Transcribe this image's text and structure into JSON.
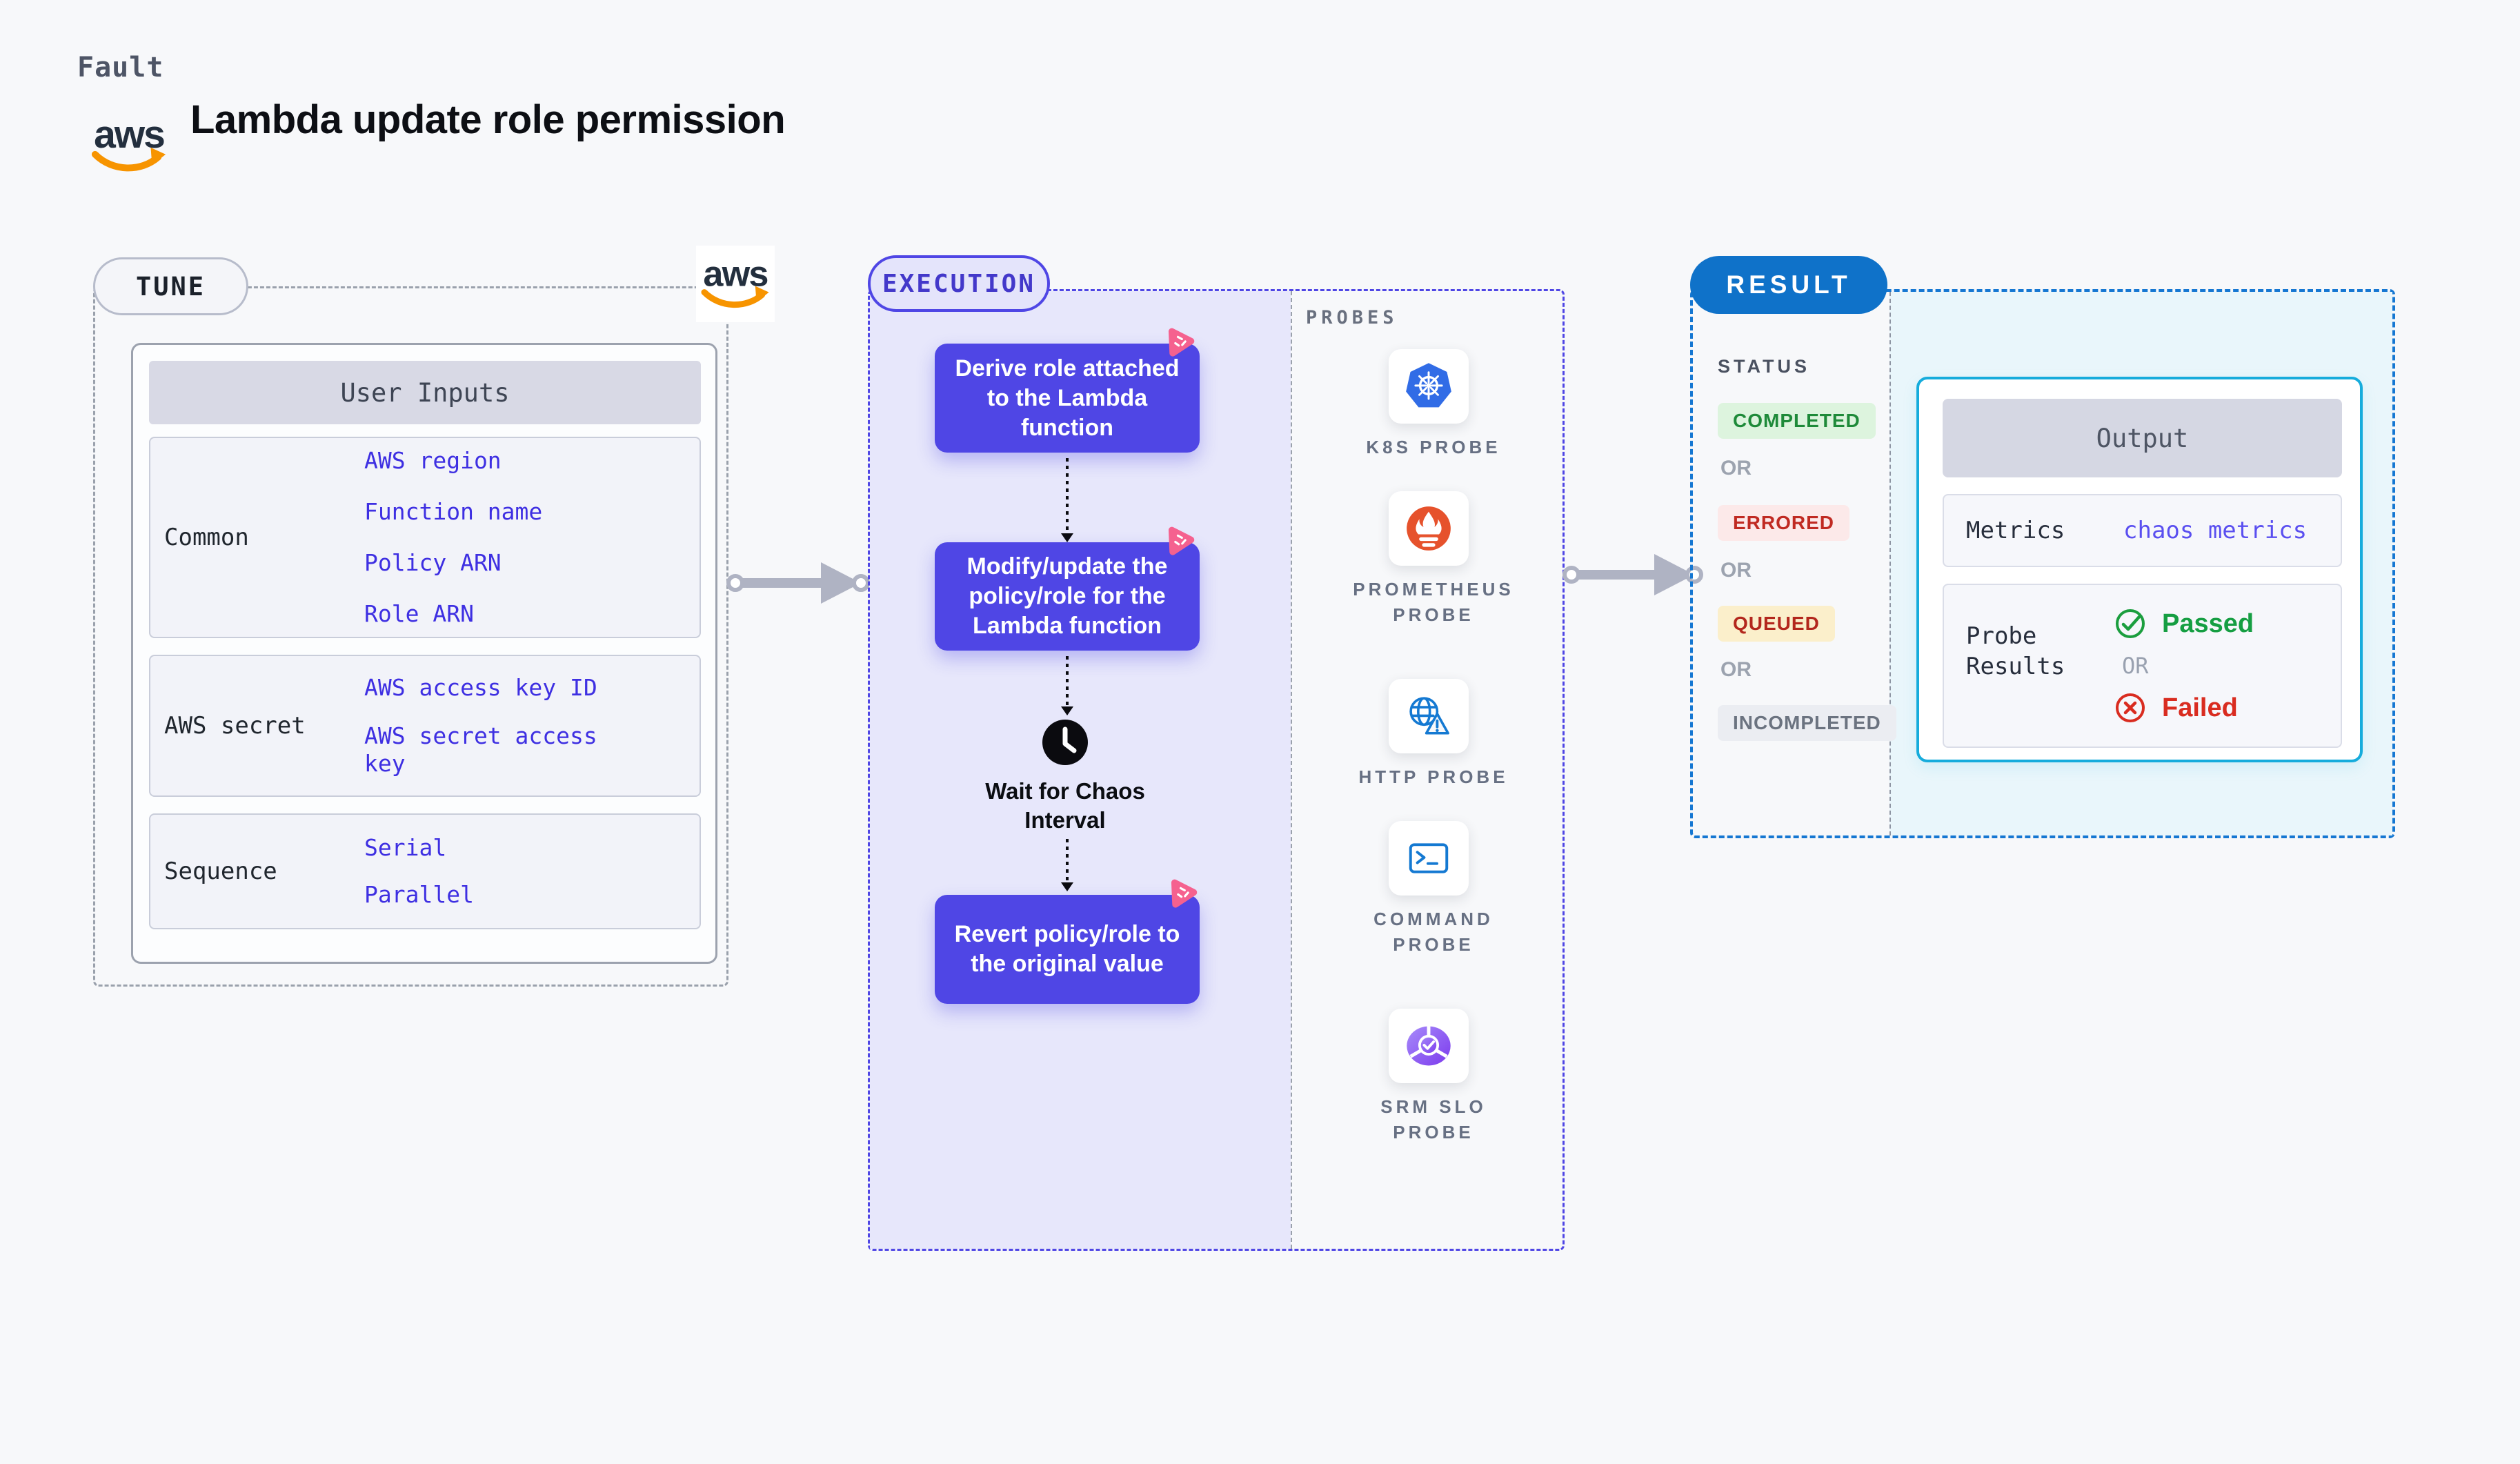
{
  "page": {
    "eyebrow": "Fault",
    "title": "Lambda update role permission"
  },
  "brand": {
    "aws_logo_text": "aws"
  },
  "tune": {
    "badge": "TUNE",
    "user_inputs": {
      "header": "User Inputs",
      "rows": [
        {
          "label": "Common",
          "values": [
            "AWS region",
            "Function name",
            "Policy ARN",
            "Role ARN"
          ]
        },
        {
          "label": "AWS secret",
          "values": [
            "AWS access key ID",
            "AWS secret access key"
          ]
        },
        {
          "label": "Sequence",
          "values": [
            "Serial",
            "Parallel"
          ]
        }
      ]
    }
  },
  "execution": {
    "badge": "EXECUTION",
    "steps": [
      {
        "icon": "litmus-chaos-icon",
        "text": "Derive role attached to the Lambda function"
      },
      {
        "icon": "litmus-chaos-icon",
        "text": "Modify/update the policy/role for the Lambda function"
      },
      {
        "icon": "clock-icon",
        "text": "Wait for Chaos Interval"
      },
      {
        "icon": "litmus-chaos-icon",
        "text": "Revert policy/role to the original value"
      }
    ],
    "probes": {
      "label": "PROBES",
      "items": [
        {
          "icon": "kubernetes-icon",
          "name": "K8S PROBE"
        },
        {
          "icon": "prometheus-icon",
          "name": "PROMETHEUS PROBE"
        },
        {
          "icon": "http-globe-icon",
          "name": "HTTP PROBE"
        },
        {
          "icon": "terminal-icon",
          "name": "COMMAND PROBE"
        },
        {
          "icon": "slo-pie-icon",
          "name": "SRM SLO PROBE"
        }
      ]
    }
  },
  "result": {
    "badge": "RESULT",
    "status": {
      "label": "STATUS",
      "separator": "OR",
      "items": [
        "COMPLETED",
        "ERRORED",
        "QUEUED",
        "INCOMPLETED"
      ]
    },
    "output": {
      "header": "Output",
      "metrics_label": "Metrics",
      "metrics_link": "chaos metrics",
      "probe_results_label": "Probe Results",
      "passed": "Passed",
      "or": "OR",
      "failed": "Failed"
    }
  },
  "colors": {
    "accent_indigo": "#4F46E5",
    "lavender_bg": "#E7E7FB",
    "result_blue": "#0F72C9",
    "result_border": "#1577D2",
    "ice_bg": "#E9F6FB",
    "cyan_border": "#16ACDC",
    "link_blue": "#3E2FE2",
    "metrics_link": "#5A4FF0",
    "passed_green": "#159E42",
    "failed_red": "#D92C20",
    "completed_green": "#1E8A39",
    "errored_red": "#C02A22",
    "queued_text": "#B3271D",
    "incompleted_gray": "#6B7380",
    "chaos_pink": "#F5618F",
    "k8s_blue": "#316CE6",
    "prometheus_orange": "#E6522C",
    "aws_orange": "#F79400"
  }
}
